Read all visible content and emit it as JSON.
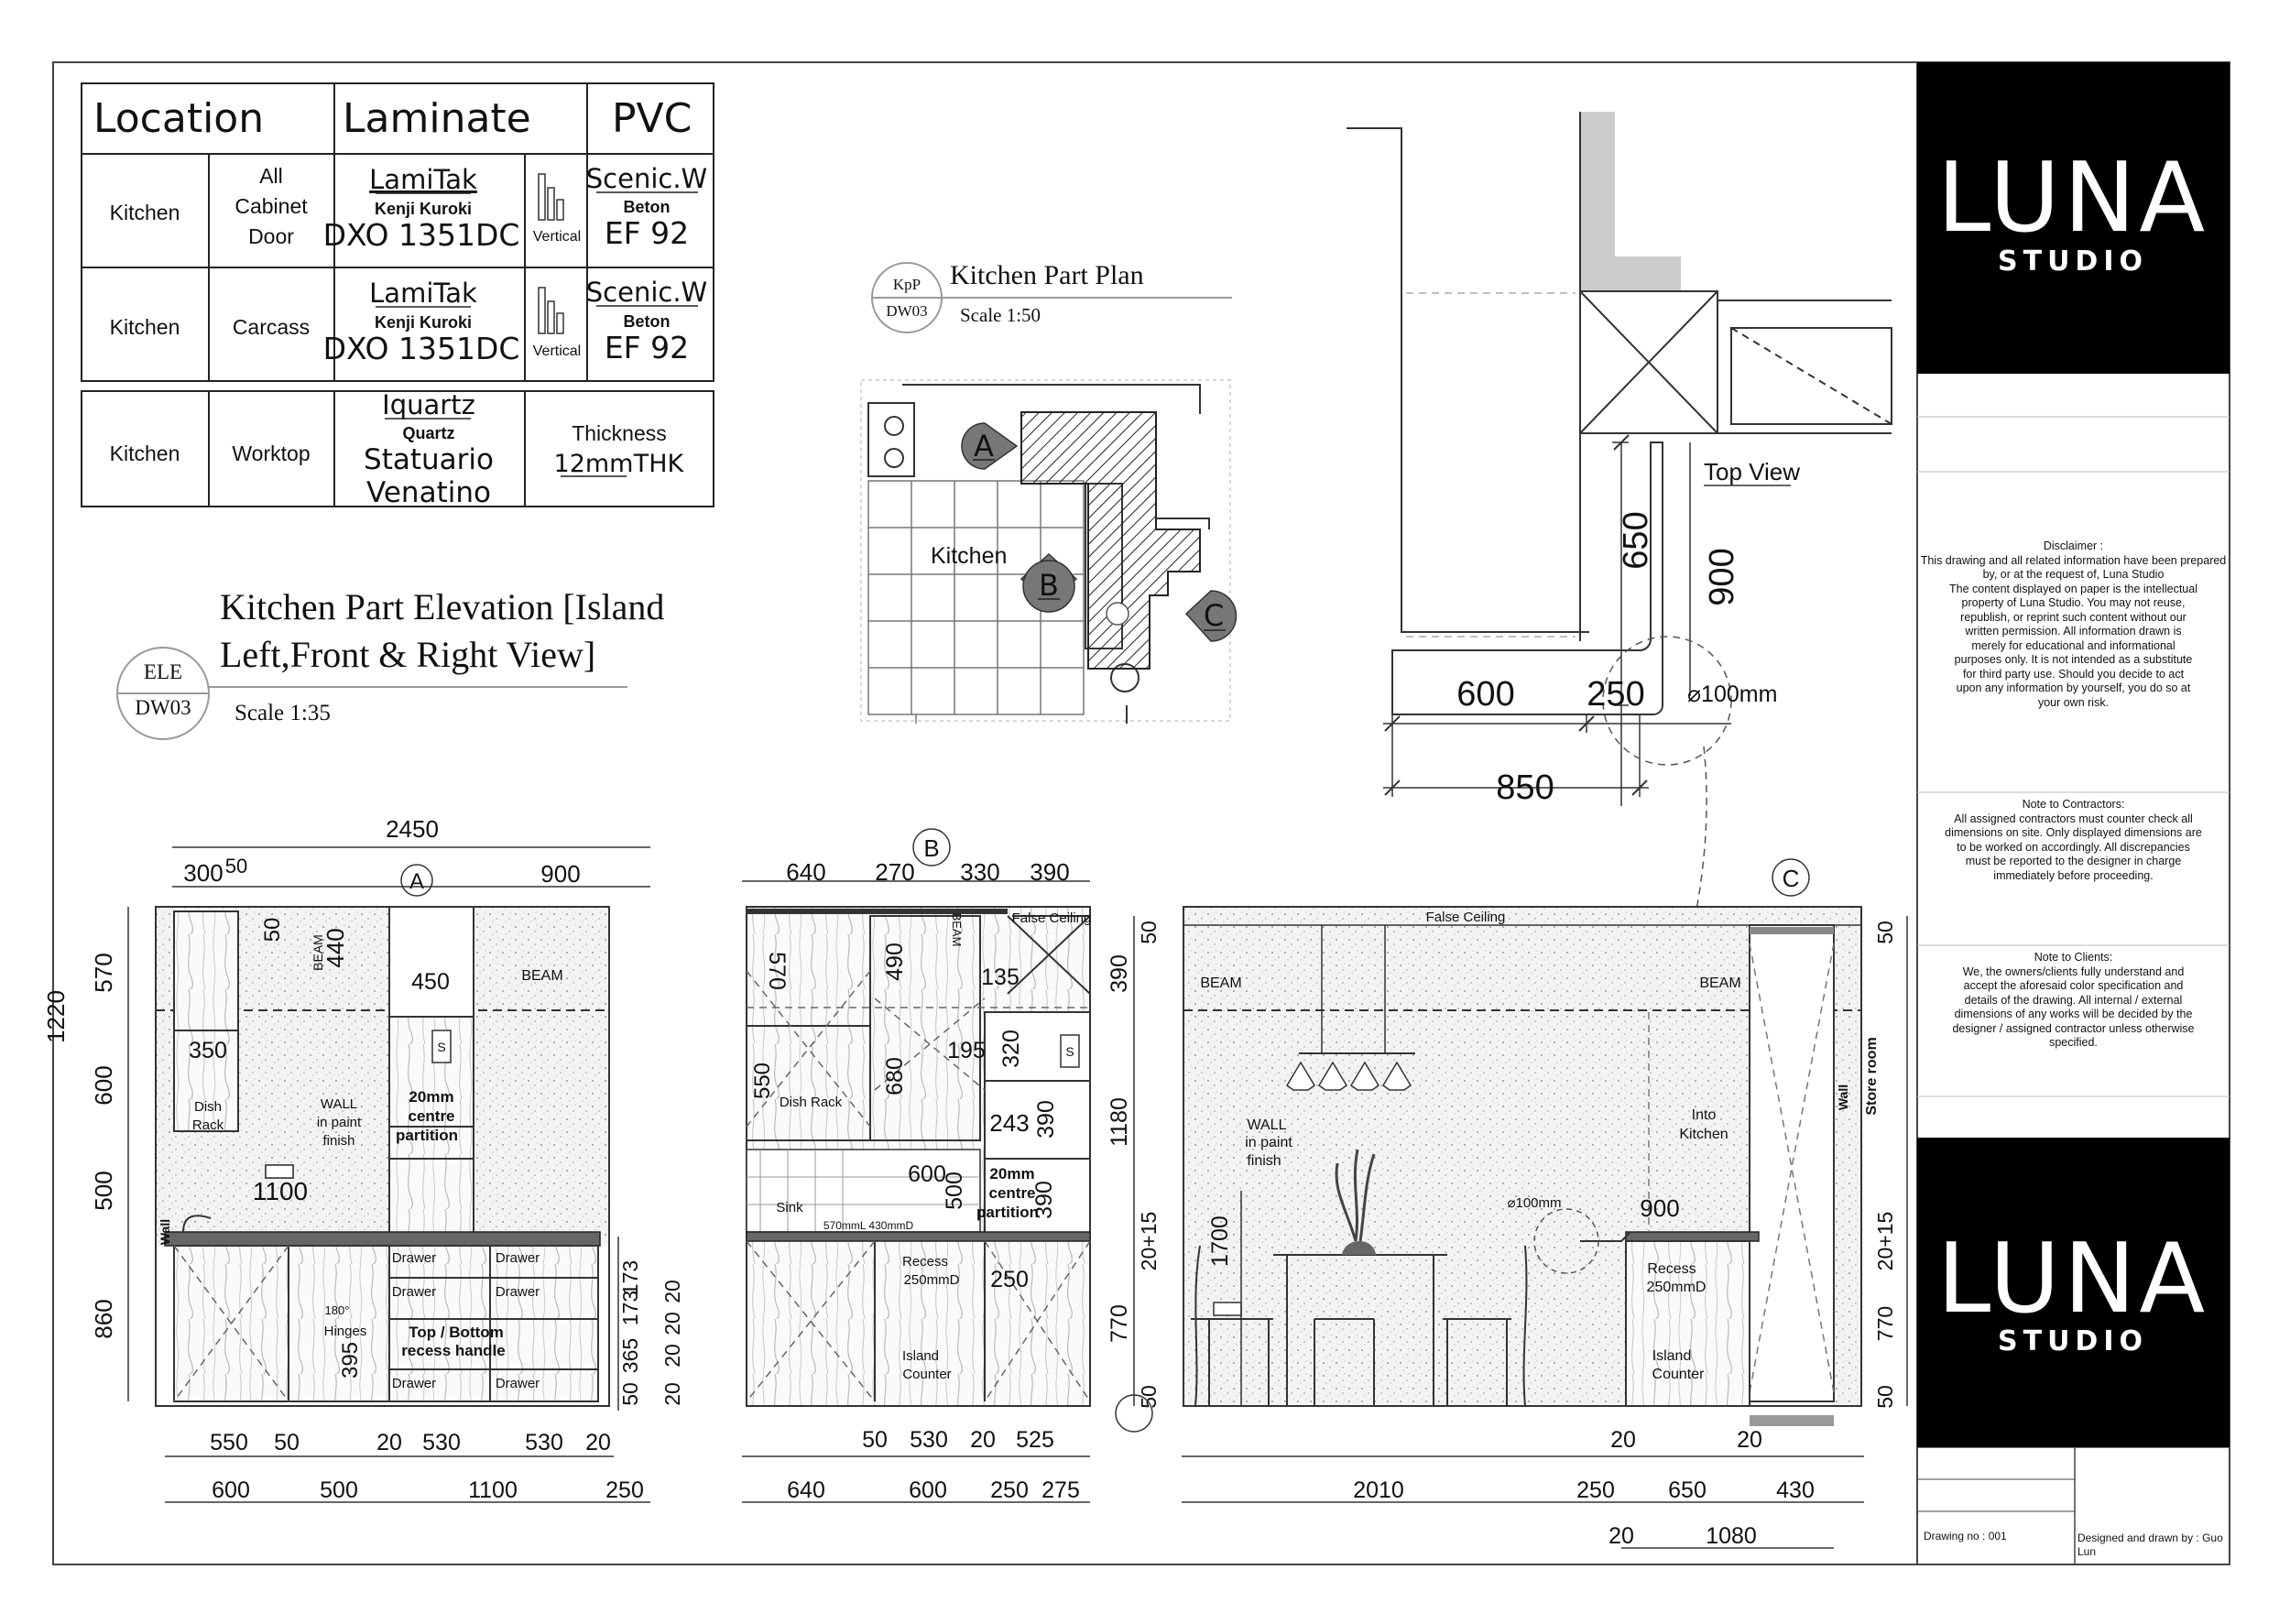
{
  "material_table": {
    "headers": [
      "Location",
      "Laminate",
      "PVC"
    ],
    "rows": [
      {
        "location": "Kitchen",
        "item": [
          "All",
          "Cabinet",
          "Door"
        ],
        "brand": "LamiTak",
        "designer": "Kenji Kuroki",
        "code": "DXO 1351DC",
        "grain": "Vertical",
        "pvc_brand": "Scenic.W",
        "pvc_name": "Beton",
        "pvc_code": "EF 92"
      },
      {
        "location": "Kitchen",
        "item": [
          "Carcass"
        ],
        "brand": "LamiTak",
        "designer": "Kenji Kuroki",
        "code": "DXO 1351DC",
        "grain": "Vertical",
        "pvc_brand": "Scenic.W",
        "pvc_name": "Beton",
        "pvc_code": "EF 92"
      }
    ],
    "worktop": {
      "location": "Kitchen",
      "item": "Worktop",
      "brand": "Iquartz",
      "type": "Quartz",
      "name": [
        "Statuario",
        "Venatino"
      ],
      "thickness_label": "Thickness",
      "thickness_value": "12mm",
      "thickness_unit": "THK"
    }
  },
  "plan_title": {
    "bubble_top": "KpP",
    "bubble_bottom": "DW03",
    "title": "Kitchen Part Plan",
    "scale": "Scale 1:50"
  },
  "plan": {
    "room_label": "Kitchen",
    "markers": [
      "A",
      "B",
      "C"
    ]
  },
  "elevation_title": {
    "bubble_top": "ELE",
    "bubble_bottom": "DW03",
    "line1": "Kitchen Part Elevation [Island",
    "line2": "Left,Front & Right View]",
    "scale": "Scale 1:35"
  },
  "top_view": {
    "label": "Top View",
    "dims": [
      "650",
      "900",
      "600",
      "250",
      "850"
    ],
    "radius": "⌀100mm"
  },
  "elev_a": {
    "marker": "A",
    "top_dims": [
      "2450",
      "300",
      "50",
      "900"
    ],
    "left_dims": [
      "1220",
      "570",
      "600",
      "500",
      "860"
    ],
    "inner_dims": [
      "50",
      "440",
      "450",
      "350",
      "1100",
      "395"
    ],
    "right_dims": [
      "173",
      "173",
      "20",
      "20",
      "365",
      "50",
      "20",
      "20"
    ],
    "labels": [
      "BEAM",
      "BEAM",
      "Dish",
      "Rack",
      "WALL",
      "in paint",
      "finish",
      "20mm",
      "centre",
      "partition",
      "Wall",
      "180°",
      "Hinges",
      "Drawer",
      "Drawer",
      "Drawer",
      "Drawer",
      "Drawer",
      "Drawer",
      "Top  /  Bottom",
      "recess  handle",
      "S"
    ],
    "bottom_row1": [
      "550",
      "50",
      "20",
      "530",
      "530",
      "20"
    ],
    "bottom_row2": [
      "600",
      "500",
      "1100",
      "250"
    ]
  },
  "elev_b": {
    "marker": "B",
    "top_dims": [
      "640",
      "270",
      "330",
      "390"
    ],
    "inner_dims": [
      "570",
      "490",
      "135",
      "550",
      "680",
      "195",
      "320",
      "243",
      "390",
      "600",
      "500",
      "390"
    ],
    "labels": [
      "False Ceiling",
      "BEAM",
      "Dish Rack",
      "Sink",
      "570mmL  430mmD",
      "20mm",
      "centre",
      "partition",
      "Recess",
      "250mmD",
      "Island",
      "Counter",
      "250",
      "S"
    ],
    "right_dims": [
      "50",
      "390",
      "1180",
      "20+15",
      "770",
      "50"
    ],
    "bottom_row1": [
      "50",
      "530",
      "20",
      "525"
    ],
    "bottom_row2": [
      "640",
      "600",
      "250",
      "275"
    ]
  },
  "elev_c": {
    "marker": "C",
    "labels": [
      "False Ceiling",
      "BEAM",
      "BEAM",
      "WALL",
      "in paint",
      "finish",
      "Into",
      "Kitchen",
      "Wall",
      "Store room",
      "Recess",
      "250mmD",
      "Island",
      "Counter"
    ],
    "inner_dims": [
      "1700",
      "⌀100mm",
      "900"
    ],
    "right_dims": [
      "50",
      "20+15",
      "770",
      "50"
    ],
    "bottom_row1": [
      "20",
      "20"
    ],
    "bottom_row2": [
      "2010",
      "250",
      "650",
      "430"
    ],
    "bottom_row3": [
      "20",
      "1080"
    ]
  },
  "title_block": {
    "logo_main": "LUNA",
    "logo_sub": "STUDIO",
    "disclaimer_title": "Disclaimer :",
    "disclaimer": [
      "This drawing and all related information have been prepared",
      "by, or at the request of, Luna Studio",
      "The content displayed on paper is the intellectual",
      "property of Luna Studio. You may not reuse,",
      "republish, or reprint such content without our",
      "written permission. All information drawn is",
      "merely for educational and informational",
      "purposes only. It is not intended as a substitute",
      "for third party use. Should you decide to act",
      "upon any information by yourself, you do so at",
      "your own risk."
    ],
    "contractors_title": "Note to Contractors:",
    "contractors": [
      "All assigned contractors must counter check all",
      "dimensions on site. Only displayed dimensions are",
      "to be worked on accordingly. All discrepancies",
      "must be reported to the designer in charge",
      "immediately before proceeding."
    ],
    "clients_title": "Note to Clients:",
    "clients": [
      "We, the owners/clients fully understand and",
      "accept the aforesaid color specification and",
      "details of the drawing. All internal / external",
      "dimensions of any works will be decided by the",
      "designer / assigned contractor unless otherwise",
      "specified."
    ],
    "designed_by": [
      "Designed and drawn by : Guo",
      "Lun"
    ],
    "drawing_no": "Drawing no : 001"
  }
}
